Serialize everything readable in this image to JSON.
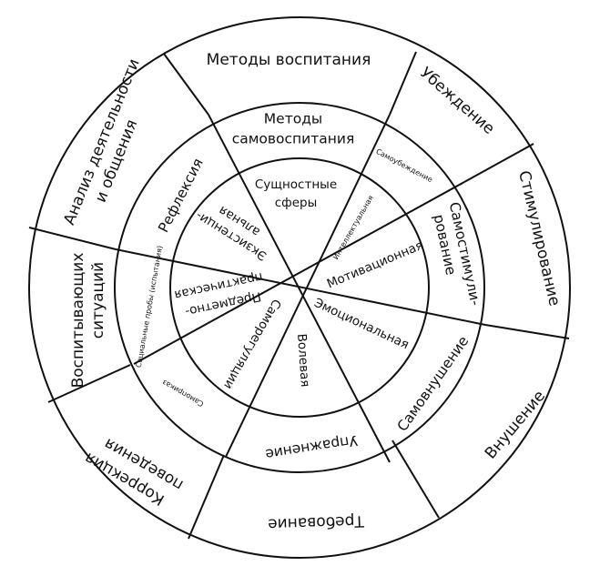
{
  "outer_ring": {
    "methods": "Методы воспитания",
    "persuasion": "Убеждение",
    "stimulation": "Стимулирование",
    "suggestion": "Внушение",
    "demand": "Требование",
    "correction_line1": "Коррекция",
    "correction_line2": "поведения",
    "situations_line1": "Воспитывающих",
    "situations_line2": "ситуаций",
    "analysis_line1": "Анализ деятельности",
    "analysis_line2": "и общения"
  },
  "middle_ring": {
    "self_methods_line1": "Методы",
    "self_methods_line2": "самовоспитания",
    "self_persuasion": "Самоубеждение",
    "self_stimulation_line1": "Самостимули-",
    "self_stimulation_line2": "рование",
    "self_suggestion": "Самовнушение",
    "exercise": "Упражнение",
    "self_command": "Самоприказ",
    "social_tests": "Социальные пробы (испытания)",
    "reflection": "Рефлексия"
  },
  "inner_circle": {
    "spheres_line1": "Сущностные",
    "spheres_line2": "сферы",
    "intellectual": "Интеллектуальная",
    "motivational": "Мотивационная",
    "emotional": "Эмоциональная",
    "volitional": "Волевая",
    "self_regulation": "Саморегуляции",
    "subject_practical_line1": "Предметно-",
    "subject_practical_line2": "практическая",
    "existential_line1": "Экзистенци-",
    "existential_line2": "альная"
  }
}
